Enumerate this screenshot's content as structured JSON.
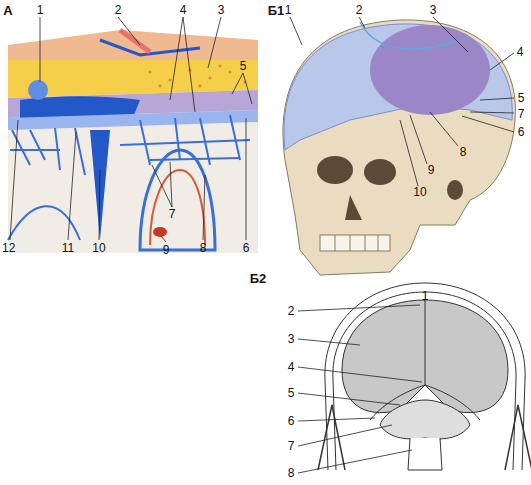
{
  "diagram": {
    "labels": [
      "А",
      "1",
      "2",
      "4",
      "3",
      "5",
      "12",
      "6",
      "11",
      "10",
      "7",
      "8",
      "9",
      "Б1",
      "1",
      "2",
      "3",
      "4",
      "5",
      "7",
      "6",
      "8",
      "9",
      "10",
      "Б2",
      "1",
      "2",
      "3",
      "4",
      "5",
      "6",
      "7",
      "8"
    ]
  }
}
